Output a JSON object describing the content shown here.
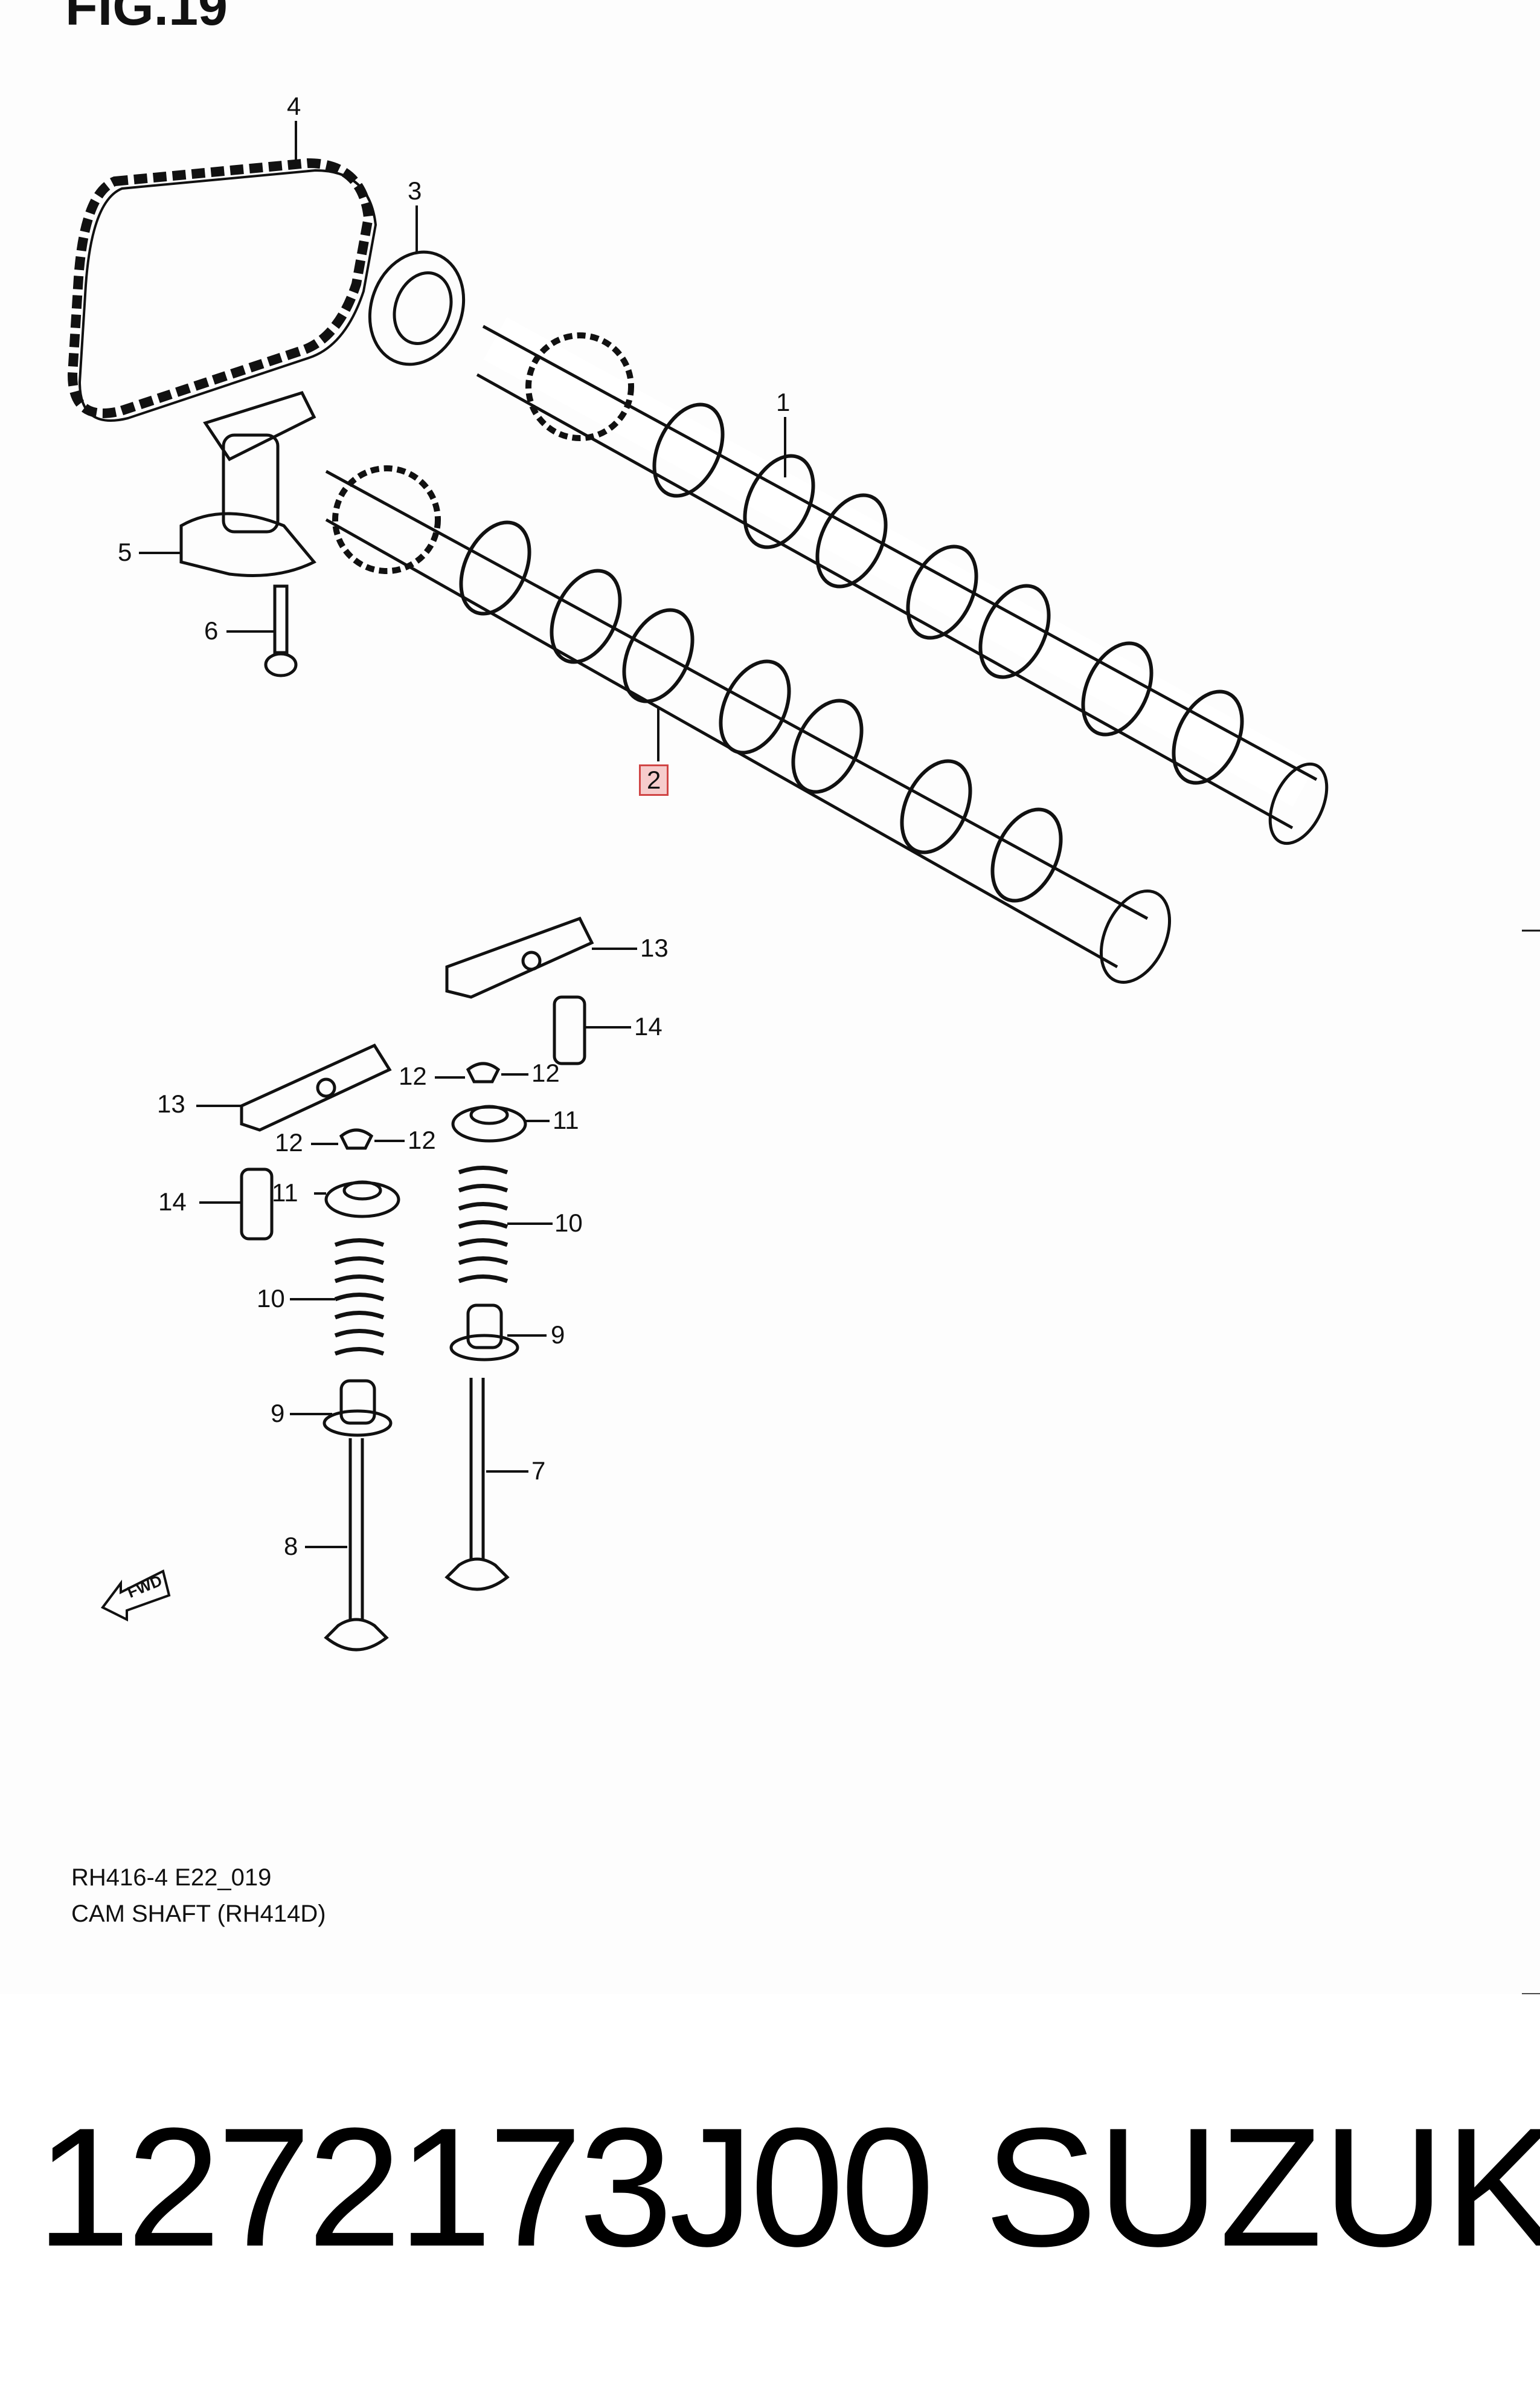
{
  "header": {
    "figure_label": "FIG.19"
  },
  "callouts": {
    "c1": "1",
    "c2": "2",
    "c3": "3",
    "c4": "4",
    "c5": "5",
    "c6": "6",
    "c7": "7",
    "c8": "8",
    "c9a": "9",
    "c9b": "9",
    "c10a": "10",
    "c10b": "10",
    "c11a": "11",
    "c11b": "11",
    "c12a": "12",
    "c12b": "12",
    "c12c": "12",
    "c12d": "12",
    "c13a": "13",
    "c13b": "13",
    "c14a": "14",
    "c14b": "14"
  },
  "fwd_label": "FWD",
  "captions": {
    "code": "RH416-4 E22_019",
    "title": "CAM SHAFT (RH414D)"
  },
  "footer": {
    "part_number": "1272173J00",
    "brand": "SUZUKI"
  },
  "colors": {
    "highlight_fill": "#f6cccc",
    "highlight_border": "#d04545",
    "line": "#111111"
  }
}
